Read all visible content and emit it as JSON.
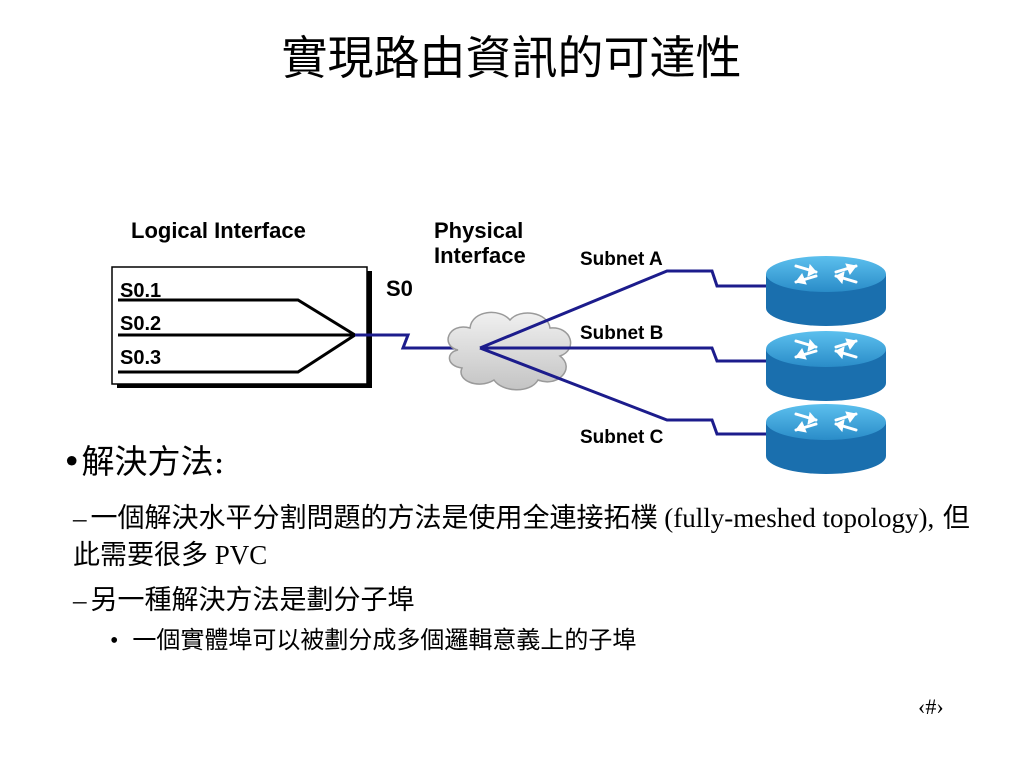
{
  "title": "實現路由資訊的可達性",
  "diagram": {
    "logical_interface_label": "Logical Interface",
    "physical_interface_line1": "Physical",
    "physical_interface_line2": "Interface",
    "physical_port": "S0",
    "subinterfaces": [
      "S0.1",
      "S0.2",
      "S0.3"
    ],
    "subnets": [
      "Subnet A",
      "Subnet B",
      "Subnet C"
    ],
    "colors": {
      "link": "#1c1c8c",
      "router_top": "#3aa0d6",
      "router_side": "#1a6fae",
      "cloud": "#d8d8d8"
    },
    "icons": {
      "cloud": "frame-relay-cloud-icon",
      "router": "router-icon"
    }
  },
  "bullets": {
    "l1": {
      "marker": "•",
      "text": "解決方法:"
    },
    "l2a": {
      "marker": "–",
      "cjk1": "一個解決水平分割問題的方法是使用全連接拓樸",
      "lat1": " (fully-meshed topology),",
      "cjk2": "  但此需要很多",
      "lat2": " PVC"
    },
    "l2b": {
      "marker": "–",
      "text": "另一種解決方法是劃分子埠"
    },
    "l3": {
      "marker": "•",
      "text": "一個實體埠可以被劃分成多個邏輯意義上的子埠"
    }
  },
  "page_number": "‹#›"
}
